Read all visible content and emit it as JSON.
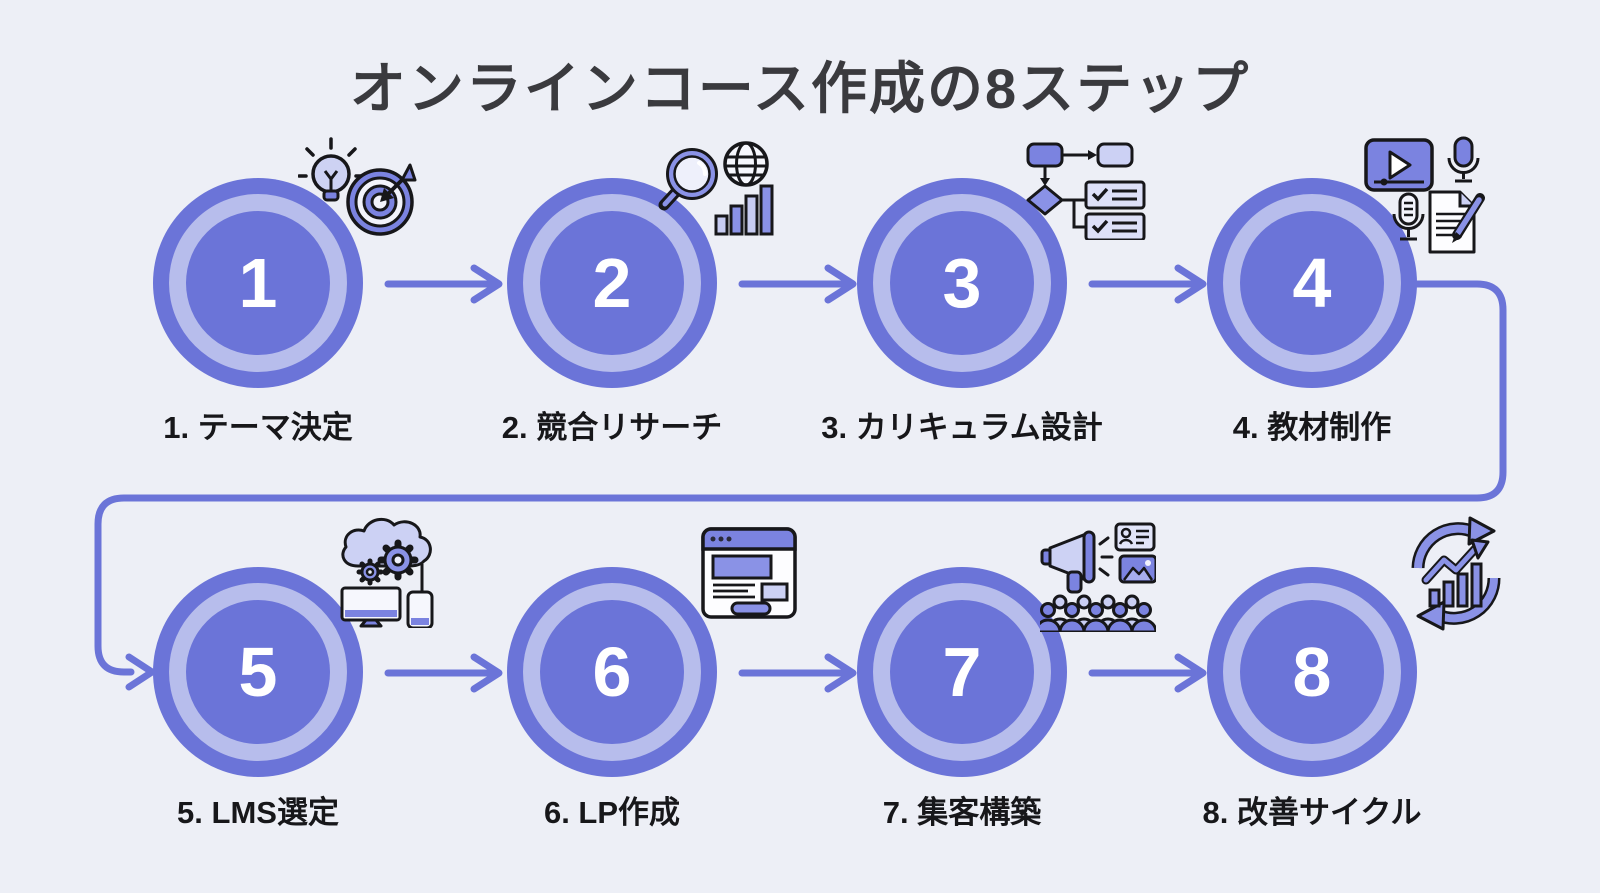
{
  "title": "オンラインコース作成の8ステップ",
  "steps": [
    {
      "number": "1",
      "label": "1. テーマ決定",
      "icon": "lightbulb-target-icon"
    },
    {
      "number": "2",
      "label": "2. 競合リサーチ",
      "icon": "magnifier-globe-chart-icon"
    },
    {
      "number": "3",
      "label": "3. カリキュラム設計",
      "icon": "flowchart-checklist-icon"
    },
    {
      "number": "4",
      "label": "4. 教材制作",
      "icon": "video-mic-document-icon"
    },
    {
      "number": "5",
      "label": "5. LMS選定",
      "icon": "cloud-gear-devices-icon"
    },
    {
      "number": "6",
      "label": "6. LP作成",
      "icon": "browser-landing-page-icon"
    },
    {
      "number": "7",
      "label": "7. 集客構築",
      "icon": "megaphone-audience-icon"
    },
    {
      "number": "8",
      "label": "8. 改善サイクル",
      "icon": "improvement-cycle-chart-icon"
    }
  ],
  "flow": {
    "row1_order": [
      "1",
      "2",
      "3",
      "4"
    ],
    "row2_order": [
      "5",
      "6",
      "7",
      "8"
    ],
    "wrap_connector": "step 4 to step 5"
  },
  "colors": {
    "background": "#edeff6",
    "circle_fill": "#6b74d8",
    "circle_ring": "#b7bdec",
    "arrow": "#6b74d8",
    "number_text": "#ffffff",
    "label_text": "#17171a",
    "title_text": "#3a3a3e",
    "icon_purple": "#7b83e0",
    "icon_light": "#ccd1f4",
    "icon_outline": "#17171a"
  }
}
